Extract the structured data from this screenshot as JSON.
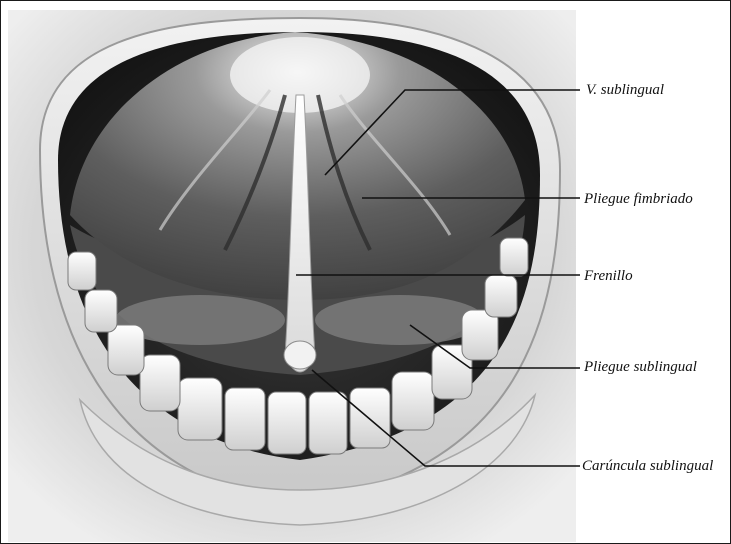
{
  "labels": {
    "v_sublingual": "V. sublingual",
    "pliegue_fimbriado": "Pliegue fimbriado",
    "frenillo": "Frenillo",
    "pliegue_sublingual": "Pliegue sublingual",
    "caruncula_sublingual": "Carúncula sublingual"
  },
  "colors": {
    "line": "#111111",
    "text": "#111111",
    "skin": "#d9d9d9",
    "lip": "#e8e8e8",
    "mouth_dark": "#2a2a2a",
    "tongue": "#6e6e6e",
    "teeth": "#eeeeee"
  }
}
